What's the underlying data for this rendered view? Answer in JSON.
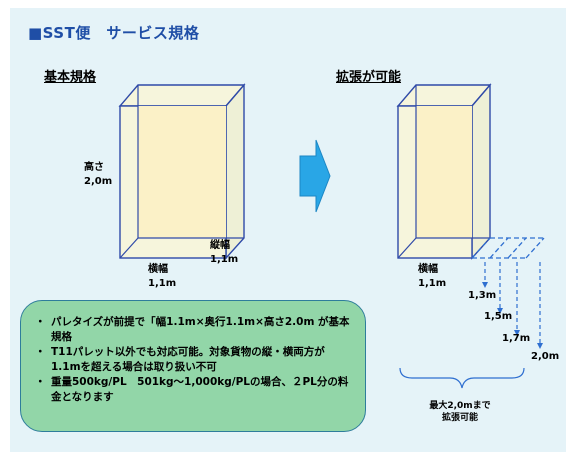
{
  "title": "■SST便　サービス規格",
  "left": {
    "heading": "基本規格",
    "height_label": "高さ",
    "height_value": "2,0m",
    "depth_label": "縦幅",
    "depth_value": "1,1m",
    "width_label": "横幅",
    "width_value": "1,1m"
  },
  "right": {
    "heading": "拡張が可能",
    "width_label": "横幅",
    "width_value": "1,1m",
    "steps": [
      "1,3m",
      "1,5m",
      "1,7m",
      "2,0m"
    ],
    "max_note_line1": "最大2,0mまで",
    "max_note_line2": "拡張可能"
  },
  "notes": [
    "パレタイズが前提で「幅1.1m×奥行1.1m×高さ2.0m が基本規格",
    "T11パレット以外でも対応可能。対象貨物の縦・横両方が1.1mを超える場合は取り扱い不可",
    "重量500kg/PL　501kg～1,000kg/PLの場合、２PL分の料金となります"
  ],
  "colors": {
    "title": "#1f4ea6",
    "panel_bg": "#e5f3f8",
    "box_face": "#f6f5dc",
    "box_inner": "#fbf1c7",
    "box_stroke": "#2f4aa8",
    "arrow": "#29a6e6",
    "notes_bg": "#92d6a8"
  }
}
